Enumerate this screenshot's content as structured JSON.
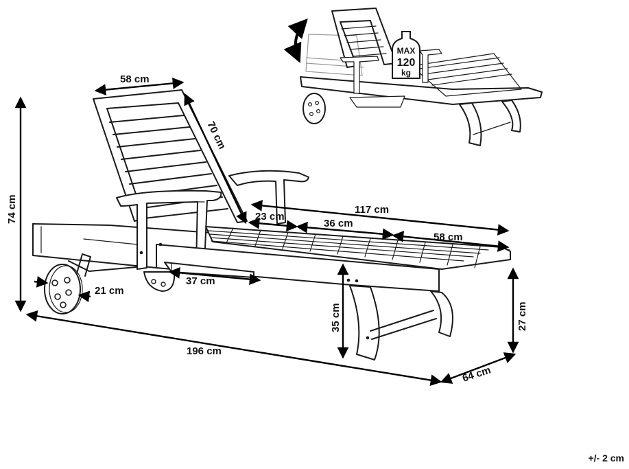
{
  "dimensions": {
    "backrest_width": "58 cm",
    "backrest_length": "70 cm",
    "total_height": "74 cm",
    "seat_length": "117 cm",
    "seat_section_a": "23 cm",
    "seat_section_b": "36 cm",
    "seat_section_c": "58 cm",
    "tray_width": "37 cm",
    "wheel_diameter": "21 cm",
    "seat_height": "35 cm",
    "leg_height": "27 cm",
    "total_length": "196 cm",
    "total_width": "64 cm"
  },
  "max_load": {
    "label": "MAX",
    "value": "120",
    "unit": "kg"
  },
  "tolerance": "+/- 2 cm",
  "colors": {
    "line": "#1a1a1a",
    "background": "#ffffff"
  }
}
